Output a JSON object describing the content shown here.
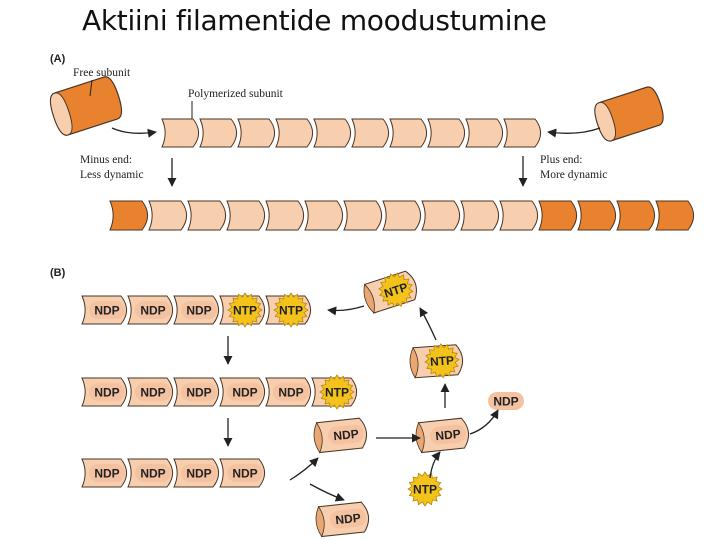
{
  "title": "Aktiini filamentide moodustumine",
  "panel_a": {
    "label": "(A)",
    "free_subunit": "Free subunit",
    "polymerized_subunit": "Polymerized subunit",
    "minus_end_title": "Minus end:",
    "minus_end_desc": "Less dynamic",
    "plus_end_title": "Plus end:",
    "plus_end_desc": "More dynamic"
  },
  "panel_b": {
    "label": "(B)",
    "ndp": "NDP",
    "ntp": "NTP",
    "filament_rows": [
      [
        "NDP",
        "NDP",
        "NDP",
        "NTP",
        "NTP"
      ],
      [
        "NDP",
        "NDP",
        "NDP",
        "NDP",
        "NDP",
        "NTP"
      ],
      [
        "NDP",
        "NDP",
        "NDP",
        "NDP"
      ]
    ]
  },
  "colors": {
    "subunit_light": "#f7cfae",
    "subunit_dark": "#e8822f",
    "outline": "#4a3526",
    "ntp_burst": "#f3c21b",
    "ndp_pill": "#f4c2a1",
    "arrow": "#222222"
  }
}
